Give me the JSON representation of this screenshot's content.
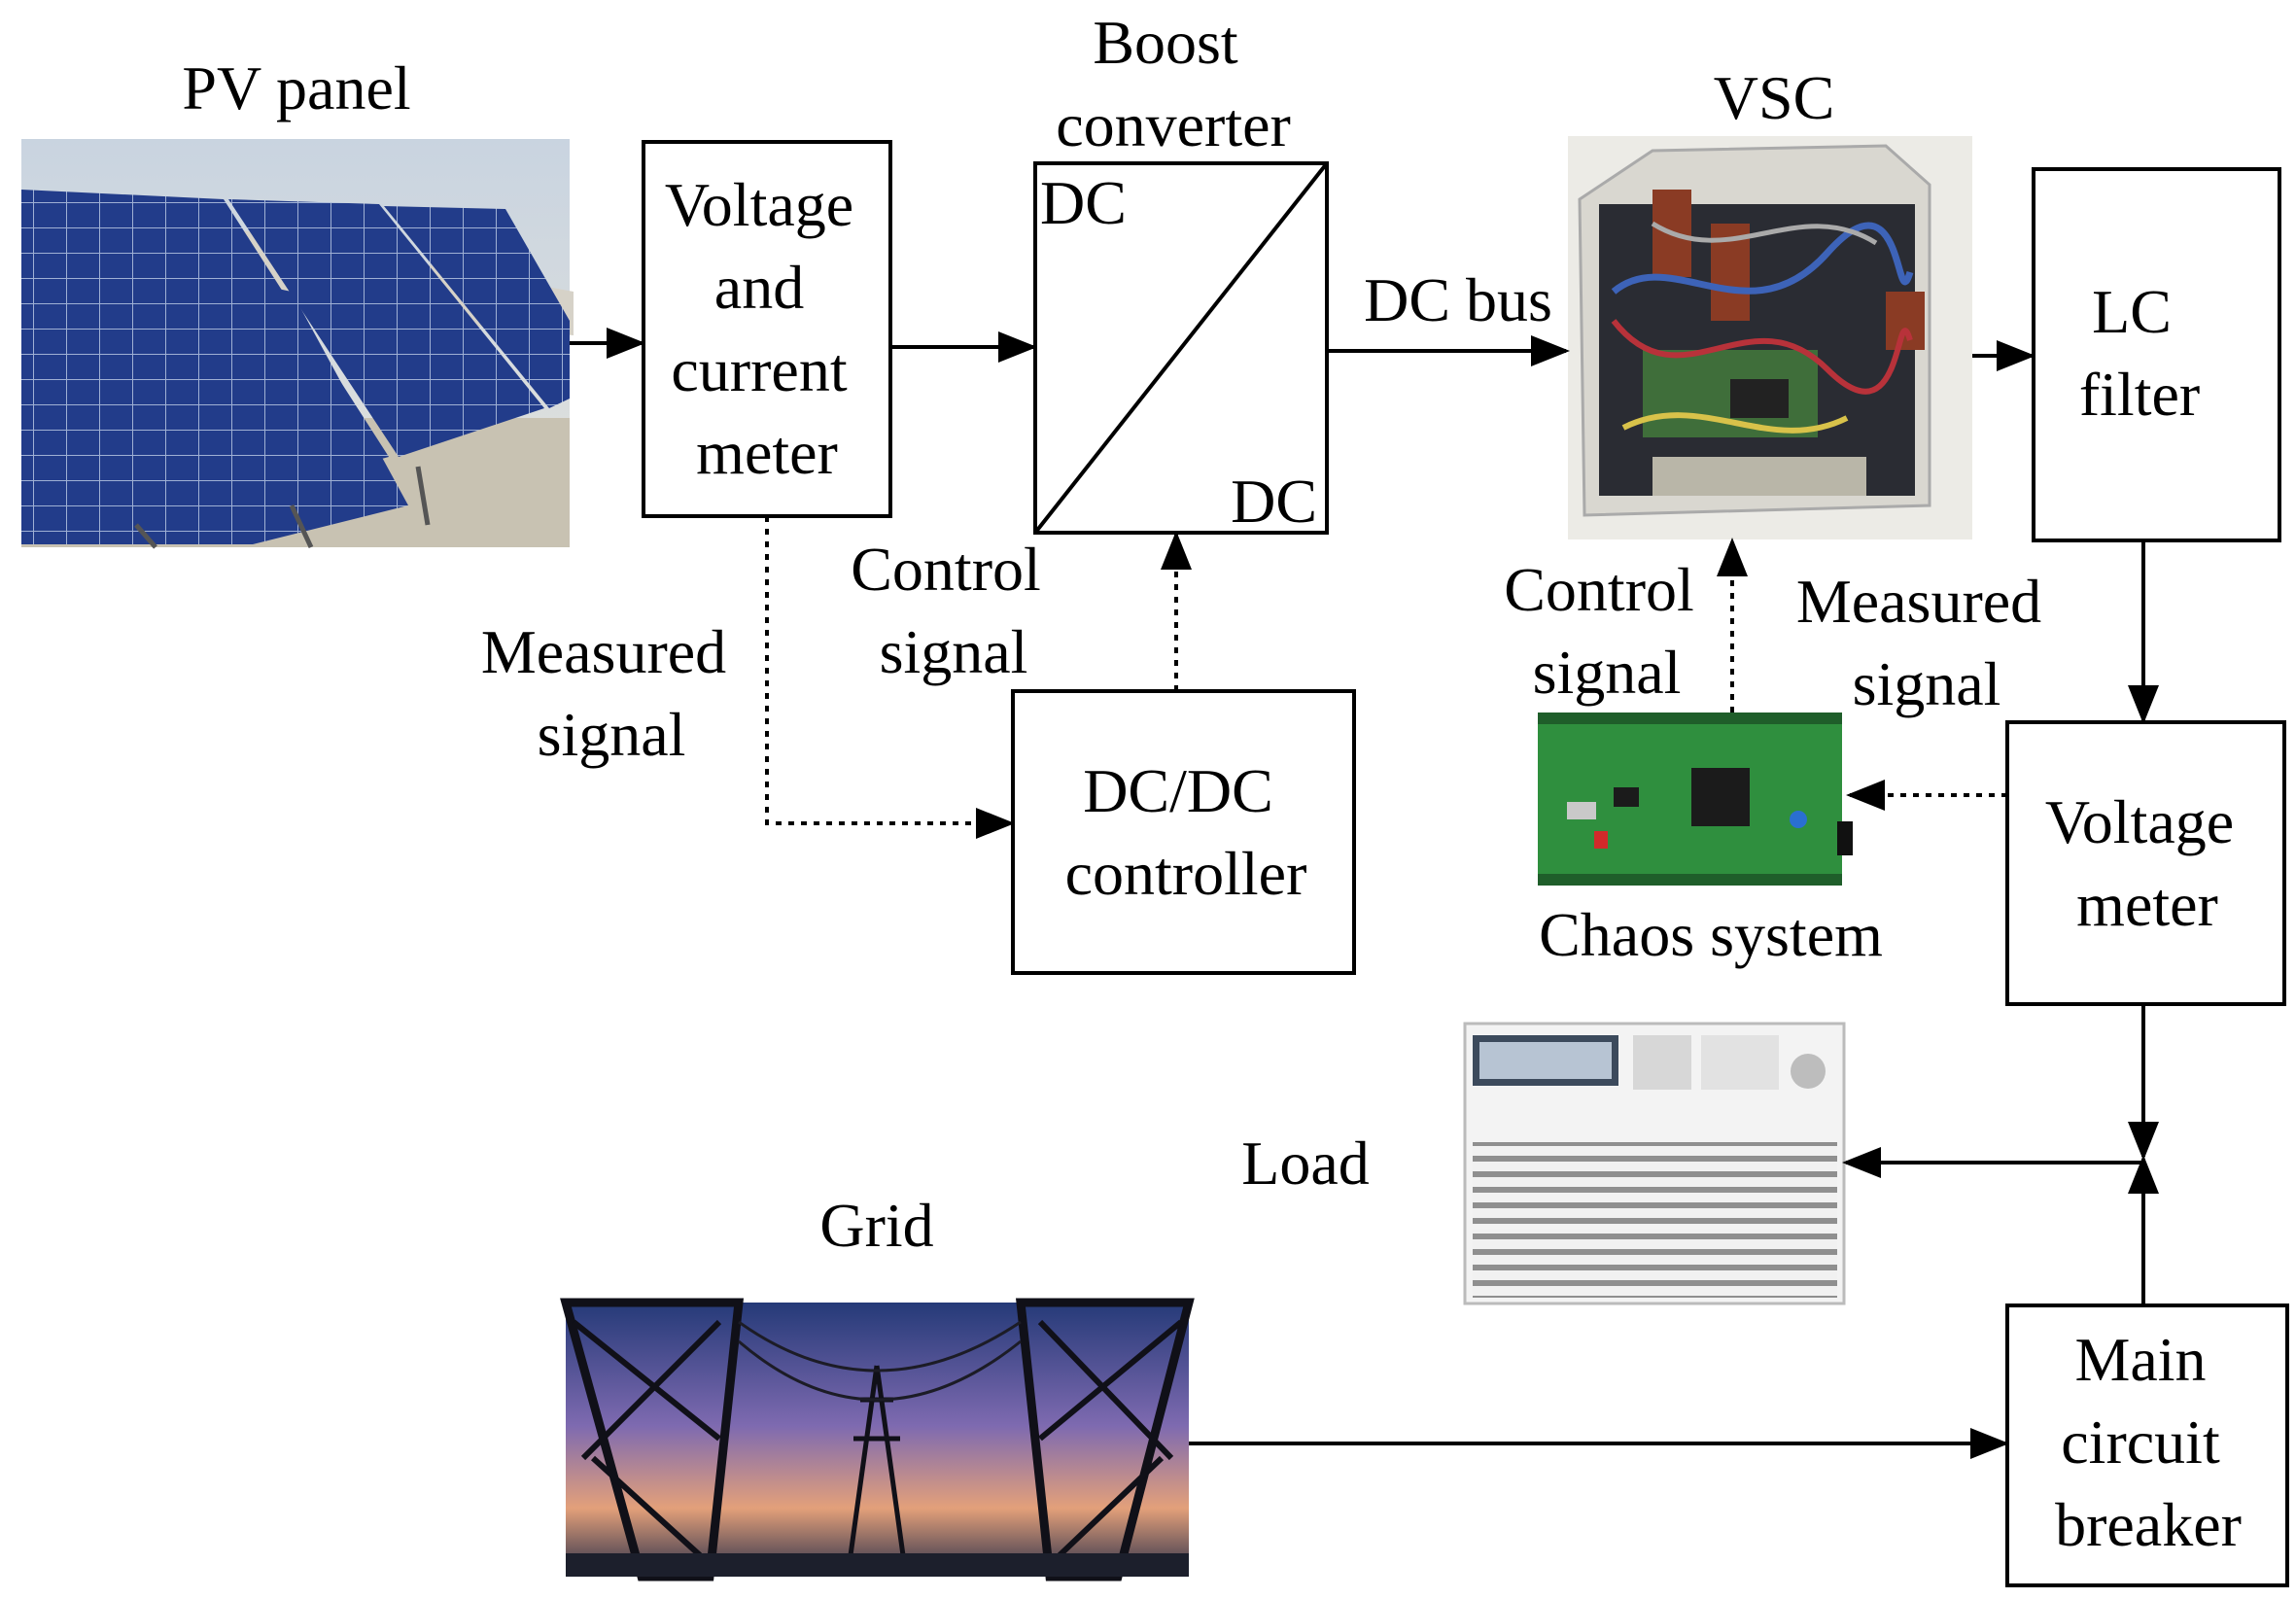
{
  "pv_panel": {
    "label": "PV panel"
  },
  "meter": {
    "lines": [
      "Voltage",
      "and",
      "current",
      "meter"
    ]
  },
  "boost": {
    "title_lines": [
      "Boost",
      "converter"
    ],
    "dc_in": "DC",
    "dc_out": "DC"
  },
  "dc_bus": {
    "label": "DC bus"
  },
  "vsc": {
    "label": "VSC"
  },
  "lc_filter": {
    "lines": [
      "LC",
      "filter"
    ]
  },
  "left_measured": {
    "lines": [
      "Measured",
      "signal"
    ]
  },
  "left_control": {
    "lines": [
      "Control",
      "signal"
    ]
  },
  "dcdc_controller": {
    "lines": [
      "DC/DC",
      "controller"
    ]
  },
  "right_control": {
    "lines": [
      "Control",
      "signal"
    ]
  },
  "right_measured": {
    "lines": [
      "Measured",
      "signal"
    ]
  },
  "chaos": {
    "label": "Chaos system"
  },
  "voltage_meter": {
    "lines": [
      "Voltage",
      "meter"
    ]
  },
  "load": {
    "label": "Load"
  },
  "grid": {
    "label": "Grid"
  },
  "breaker": {
    "lines": [
      "Main",
      "circuit",
      "breaker"
    ]
  }
}
